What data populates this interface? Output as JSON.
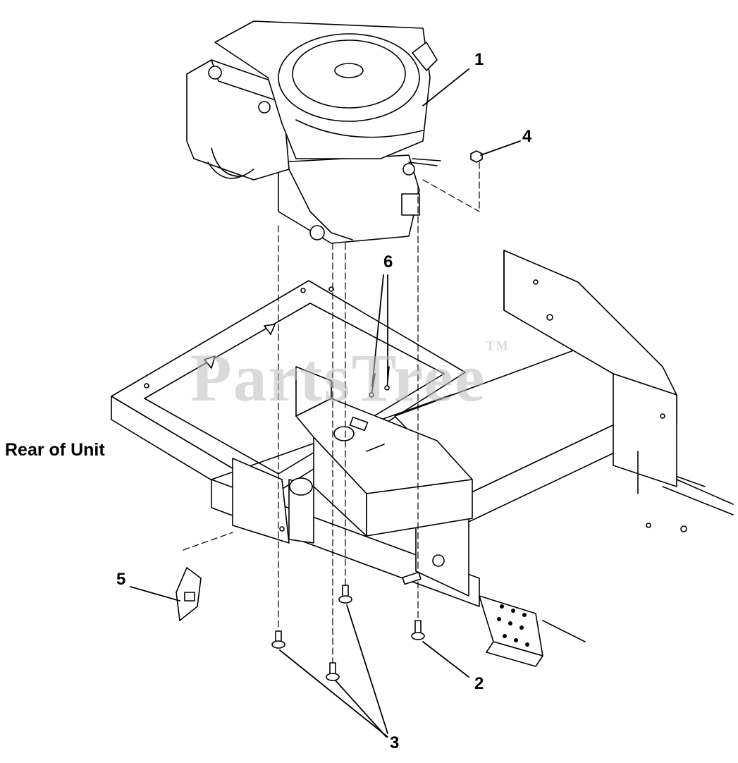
{
  "diagram": {
    "side_label": "Rear of Unit",
    "watermark": "PartsTree",
    "trademark": "TM",
    "callouts": [
      "1",
      "2",
      "3",
      "4",
      "5",
      "6"
    ],
    "parts": {
      "engine": "engine-assembly",
      "frame": "deck-frame",
      "plate": "mounting-plate",
      "bolts": "engine-bolts",
      "nut": "hex-nut",
      "clip": "wire-clip",
      "rods": "wire-rods"
    }
  }
}
